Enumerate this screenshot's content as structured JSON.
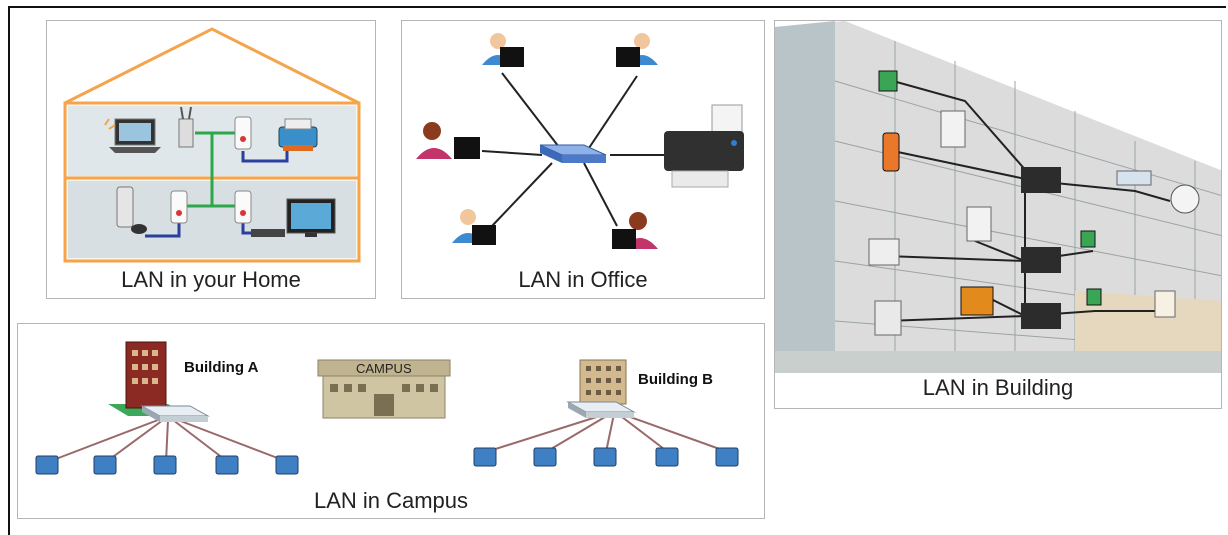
{
  "panels": {
    "home": {
      "caption": "LAN in your Home"
    },
    "office": {
      "caption": "LAN in Office"
    },
    "building": {
      "caption": "LAN in Building"
    },
    "campus": {
      "caption": "LAN in Campus",
      "building_a_label": "Building A",
      "building_b_label": "Building B",
      "campus_label": "CAMPUS"
    }
  },
  "colors": {
    "home_outline": "#f5a44b",
    "home_link": "#2ca84a",
    "home_cable": "#2b3f9e",
    "office_switch": "#4d79c9",
    "campus_link": "#9a6a6a",
    "panel_border": "#b5b5b5"
  }
}
